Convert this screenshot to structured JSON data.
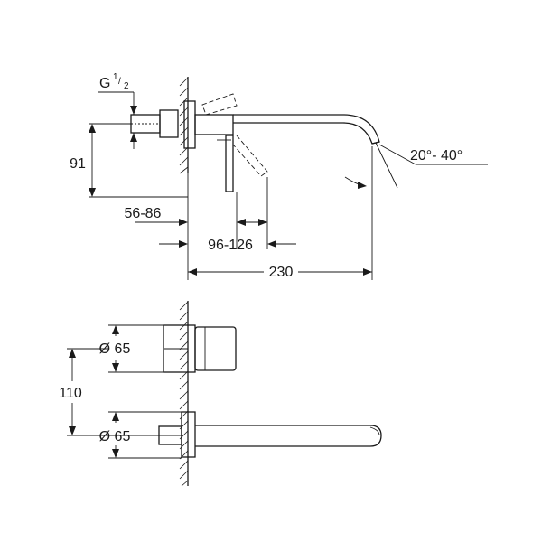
{
  "dimensions": {
    "thread": {
      "main": "G",
      "sup_num": "1",
      "sup_den": "2"
    },
    "height_inlet": "91",
    "wall_depth": "56-86",
    "projection_body": "96-126",
    "spout_length": "230",
    "spout_angle": {
      "from": "20°",
      "dash": "-",
      "to": "40°"
    },
    "diameter_top": "Ø 65",
    "diameter_bottom": "Ø 65",
    "center_distance": "110"
  }
}
